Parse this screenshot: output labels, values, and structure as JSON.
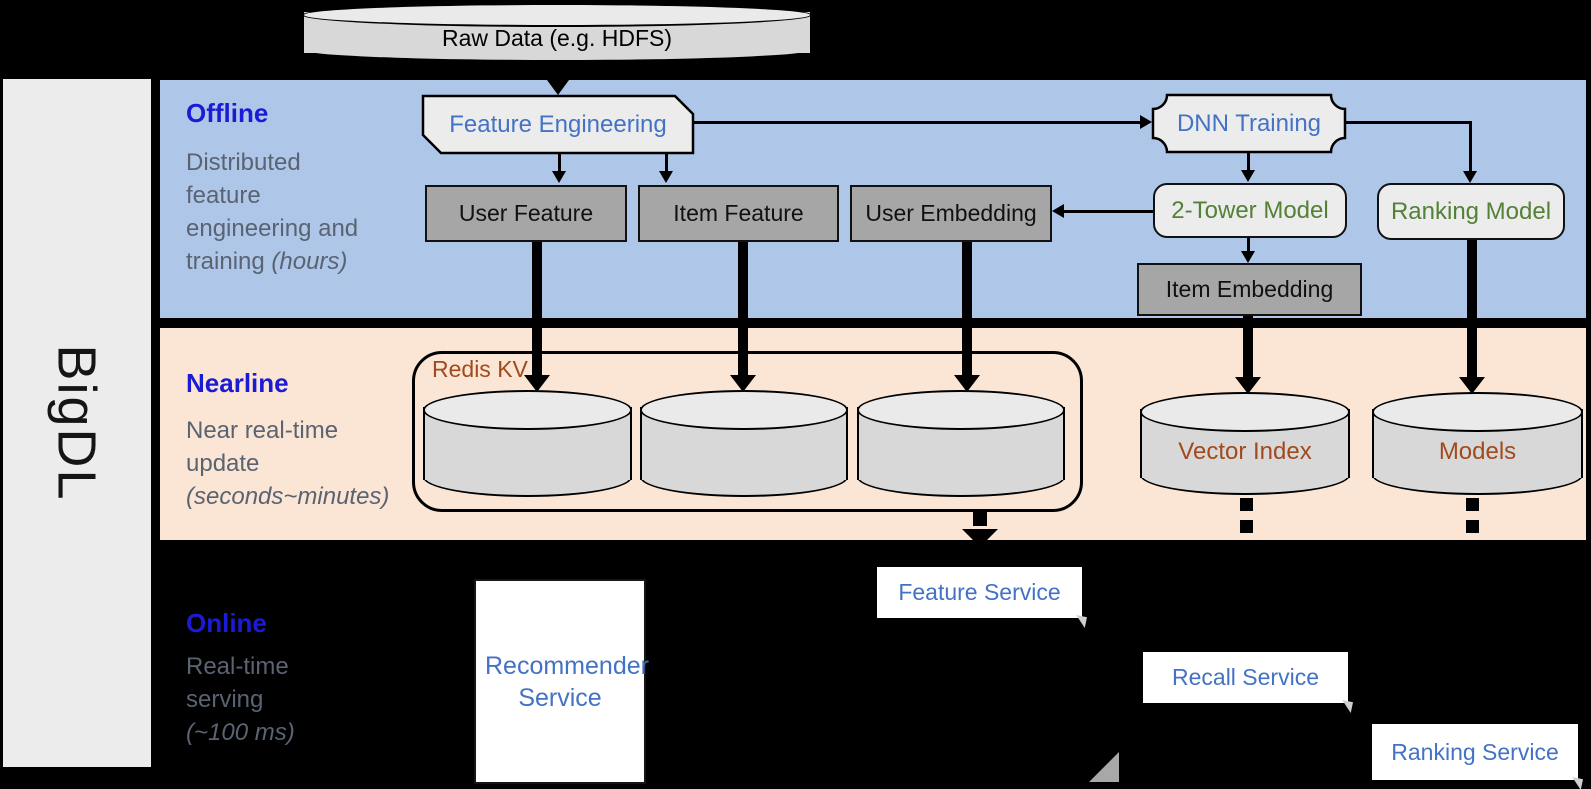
{
  "brand": "BigDL",
  "raw_data": "Raw Data (e.g. HDFS)",
  "sections": {
    "offline": {
      "title": "Offline",
      "lines": [
        "Distributed",
        "feature",
        "engineering and",
        "training"
      ],
      "italic": "(hours)"
    },
    "nearline": {
      "title": "Nearline",
      "lines": [
        "Near real-time",
        "update"
      ],
      "italic": "(seconds~minutes)"
    },
    "online": {
      "title": "Online",
      "lines": [
        "Real-time",
        "serving"
      ],
      "italic": "(~100 ms)"
    }
  },
  "offline_nodes": {
    "feature_engineering": "Feature Engineering",
    "dnn_training": "DNN Training",
    "user_feature": "User Feature",
    "item_feature": "Item Feature",
    "user_embedding": "User Embedding",
    "two_tower_model": "2-Tower Model",
    "ranking_model": "Ranking Model",
    "item_embedding": "Item Embedding"
  },
  "nearline_nodes": {
    "redis_kv": "Redis KV",
    "vector_index": "Vector Index",
    "models": "Models"
  },
  "online_nodes": {
    "recommender_service": "Recommender Service",
    "feature_service": "Feature Service",
    "recall_service": "Recall Service",
    "ranking_service": "Ranking Service"
  },
  "colors": {
    "accent_blue": "#4472c4",
    "section_title_blue": "#1b1bd6",
    "description_gray": "#5a6372",
    "model_green": "#538135",
    "storage_brown": "#a04a1e",
    "offline_bg": "#aec6e8",
    "nearline_bg": "#fbe5d4",
    "node_gray": "#a6a6a6",
    "node_light": "#ececec"
  }
}
